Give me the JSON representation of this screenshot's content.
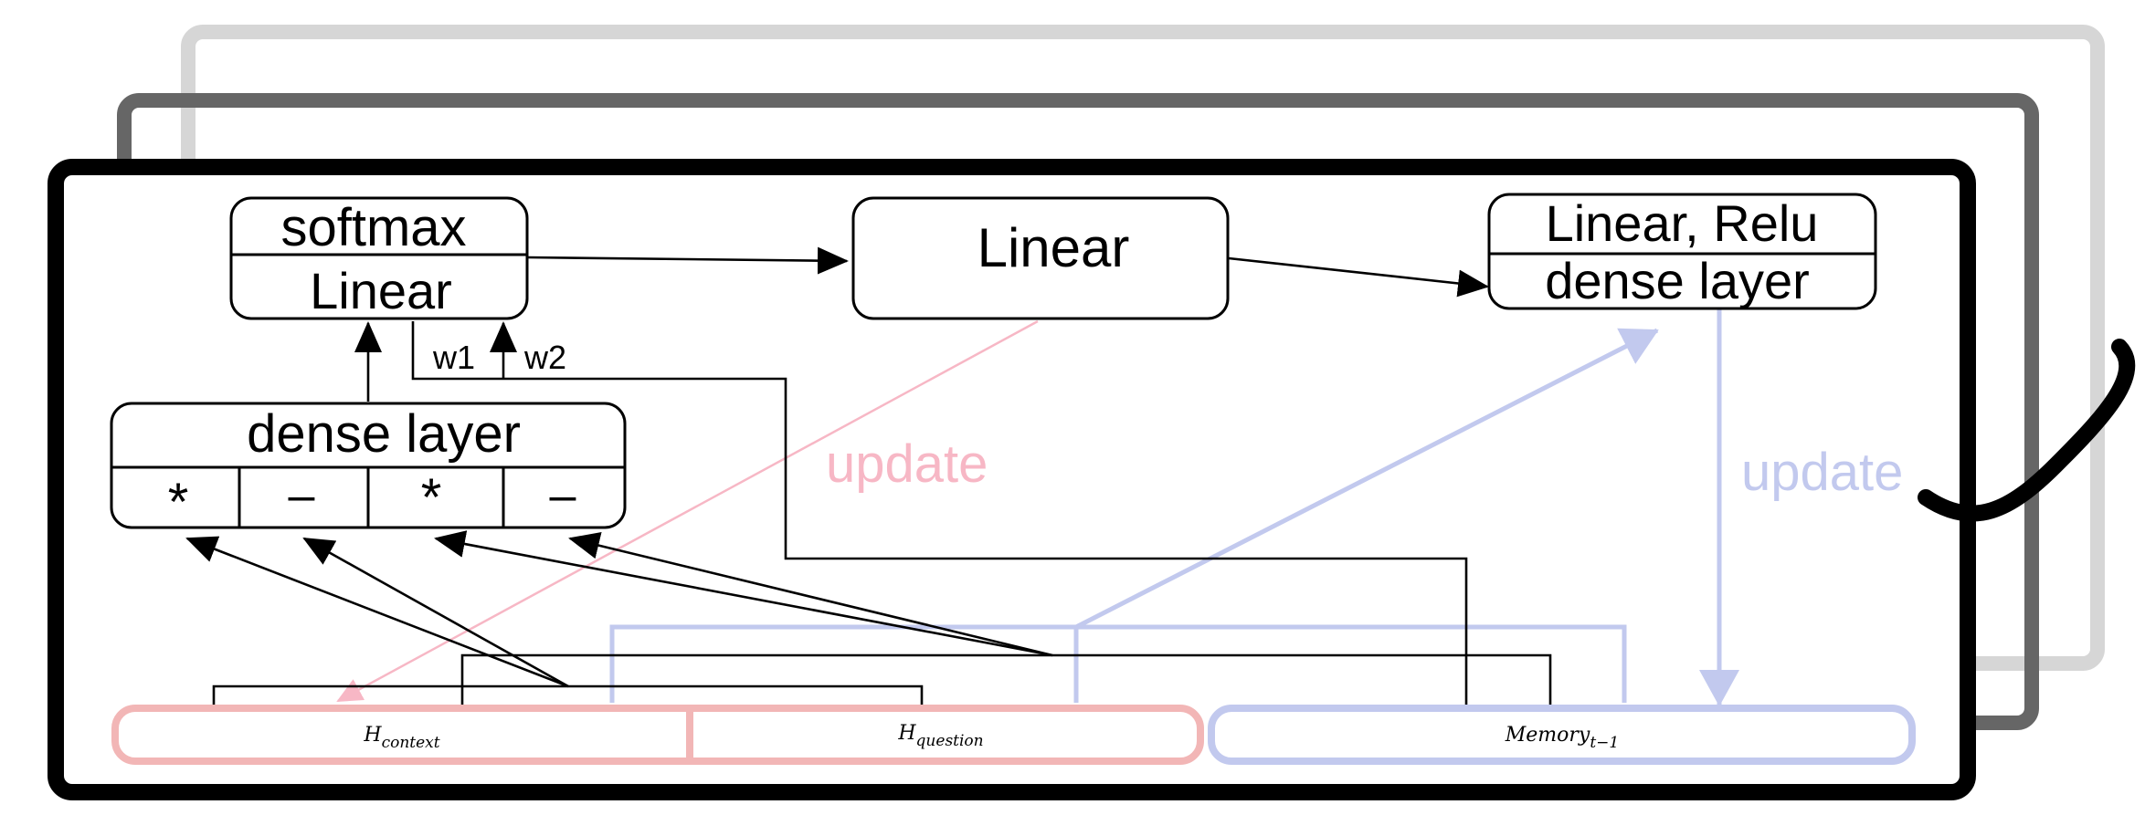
{
  "blocks": {
    "attention_top": "softmax",
    "attention_bottom": "Linear",
    "linear": "Linear",
    "memory_top": "Linear, Relu",
    "memory_bottom": "dense layer",
    "dense": "dense layer",
    "ops": [
      "*",
      "–",
      "*",
      "–"
    ]
  },
  "weights": {
    "w1": "w1",
    "w2": "w2"
  },
  "updates": {
    "context_update": "update",
    "memory_update": "update"
  },
  "inputs": {
    "context": {
      "base": "H",
      "sub": "context"
    },
    "question": {
      "base": "H",
      "sub": "question"
    },
    "memory": {
      "base": "Memory",
      "sub": "t−1"
    }
  },
  "colors": {
    "frame_front": "#000000",
    "frame_middle": "#666666",
    "frame_back": "#d6d6d6",
    "context_input": "#f2b6b6",
    "context_update": "#f7b7c5",
    "memory_input": "#c2c9ee",
    "memory_update": "#c2c9ee"
  }
}
